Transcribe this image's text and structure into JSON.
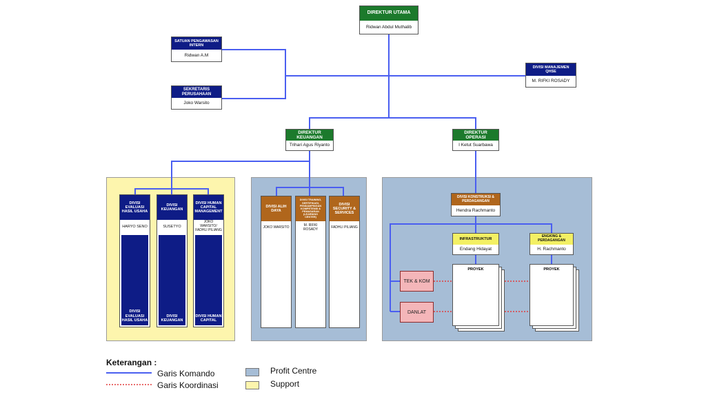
{
  "colors": {
    "command_line": "#4a5ef0",
    "coordination_line": "#e23b3b",
    "profit_centre": "#a6bdd6",
    "support": "#fdf5ad",
    "green_header": "#1c7a2c",
    "navy_header": "#0e1c86",
    "brown_header": "#b0661c",
    "yellow_header": "#f3f064",
    "pink_box": "#f4b6b9"
  },
  "top": {
    "direktur_utama": {
      "title": "DIREKTUR UTAMA",
      "name": "Ridwan Abdul Muthalib"
    },
    "spi": {
      "title": "SATUAN PENGAWASAN INTERN",
      "name": "Ridwan A.M"
    },
    "sekretaris": {
      "title": "SEKRETARIS PERUSAHAAN",
      "name": "Joko Warsito"
    },
    "qhse": {
      "title": "DIVISI MANAJEMEN QHSE",
      "name": "M. RIFKI ROSADY"
    },
    "keuangan": {
      "title": "DIREKTUR KEUANGAN",
      "name": "Trihari Agus Riyanto"
    },
    "operasi": {
      "title": "DIREKTUR OPERASI",
      "name": "I Ketut Suarbawa"
    }
  },
  "support_divisions": [
    {
      "title": "DIVISI EVALUASI HASIL USAHA",
      "name": "HARYO SENO",
      "column_text": "DIVISI EVALUASI HASIL USAHA"
    },
    {
      "title": "DIVISI KEUANGAN",
      "name": "SUSETYO",
      "column_text": "DIVISI KEUANGAN"
    },
    {
      "title": "DIVISI HUMAN CAPITAL MANAGEMENT",
      "name": "JOKO WARSITO/ FADHLI PILIANG",
      "column_text": "DIVISI HUMAN CAPITAL"
    }
  ],
  "profit_divisions": [
    {
      "title": "DIVISI ALIH DAYA",
      "name": "JOKO WARSITO"
    },
    {
      "title": "DIVISI TRAINING, SERTIFIKASI, PENDAMPINGAN KOMPETENSI & PEMASARAN (LEARNING CENTER)",
      "name": "M. RIFKI ROSADY"
    },
    {
      "title": "DIVISI SECURITY & SERVICES",
      "name": "FADHLI PILIANG"
    }
  ],
  "operasi_division": {
    "title": "DIVISI KONSTRUKSI & PERDAGANGAN",
    "name": "Hendra Rachmanto"
  },
  "sub_units": [
    {
      "title": "INFRASTRUKTUR",
      "name": "Endang Hidayat",
      "project": "PROYEK"
    },
    {
      "title": "ENGKING & PERDAGANGAN",
      "name": "H. Rachmanto",
      "project": "PROYEK"
    }
  ],
  "pink_boxes": {
    "tek": "TEK & KOM",
    "danlat": "DANLAT"
  },
  "legend": {
    "title": "Keterangan :",
    "command": "Garis Komando",
    "coordination": "Garis Koordinasi",
    "profit": "Profit Centre",
    "support": "Support"
  }
}
